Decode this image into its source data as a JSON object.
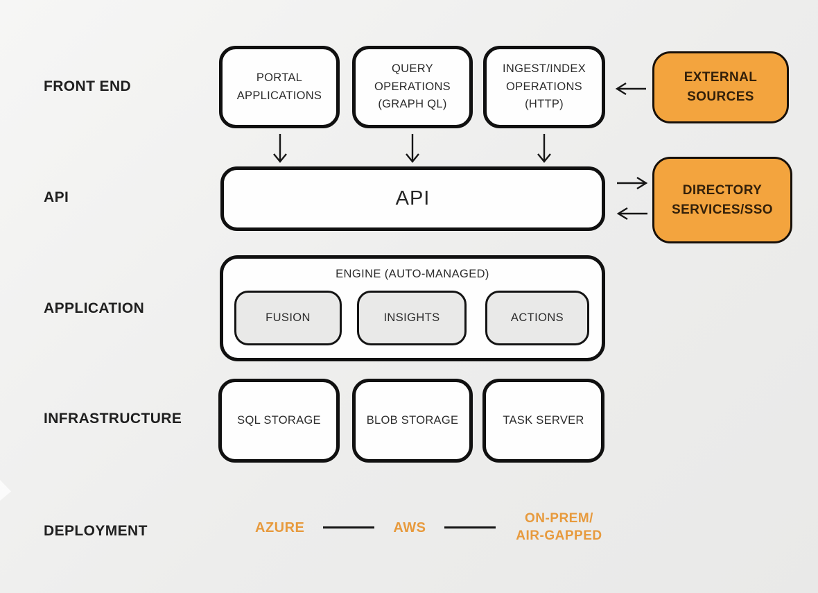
{
  "colors": {
    "accent_orange": "#F3A43E",
    "accent_text": "#33200A",
    "box_border": "#101010",
    "box_fill": "#FEFEFE",
    "module_fill": "#E9E9E8",
    "label_text": "#1F1F1F",
    "deploy_text_orange": "#E79A3D",
    "background": "#EDEDEC"
  },
  "side_labels": {
    "front_end": "FRONT END",
    "api": "API",
    "application": "APPLICATION",
    "infrastructure": "INFRASTRUCTURE",
    "deployment": "DEPLOYMENT"
  },
  "front_end": {
    "boxes": [
      "PORTAL APPLICATIONS",
      "QUERY OPERATIONS (GRAPH QL)",
      "INGEST/INDEX OPERATIONS (HTTP)"
    ]
  },
  "api": {
    "label": "API"
  },
  "external_sources": {
    "label": "EXTERNAL SOURCES"
  },
  "directory_services": {
    "label": "DIRECTORY SERVICES/SSO"
  },
  "application": {
    "engine_label": "ENGINE (AUTO-MANAGED)",
    "modules": [
      "FUSION",
      "INSIGHTS",
      "ACTIONS"
    ]
  },
  "infrastructure": {
    "boxes": [
      "SQL STORAGE",
      "BLOB STORAGE",
      "TASK SERVER"
    ]
  },
  "deployment": {
    "targets": [
      "AZURE",
      "AWS",
      "ON-PREM/ AIR-GAPPED"
    ]
  }
}
